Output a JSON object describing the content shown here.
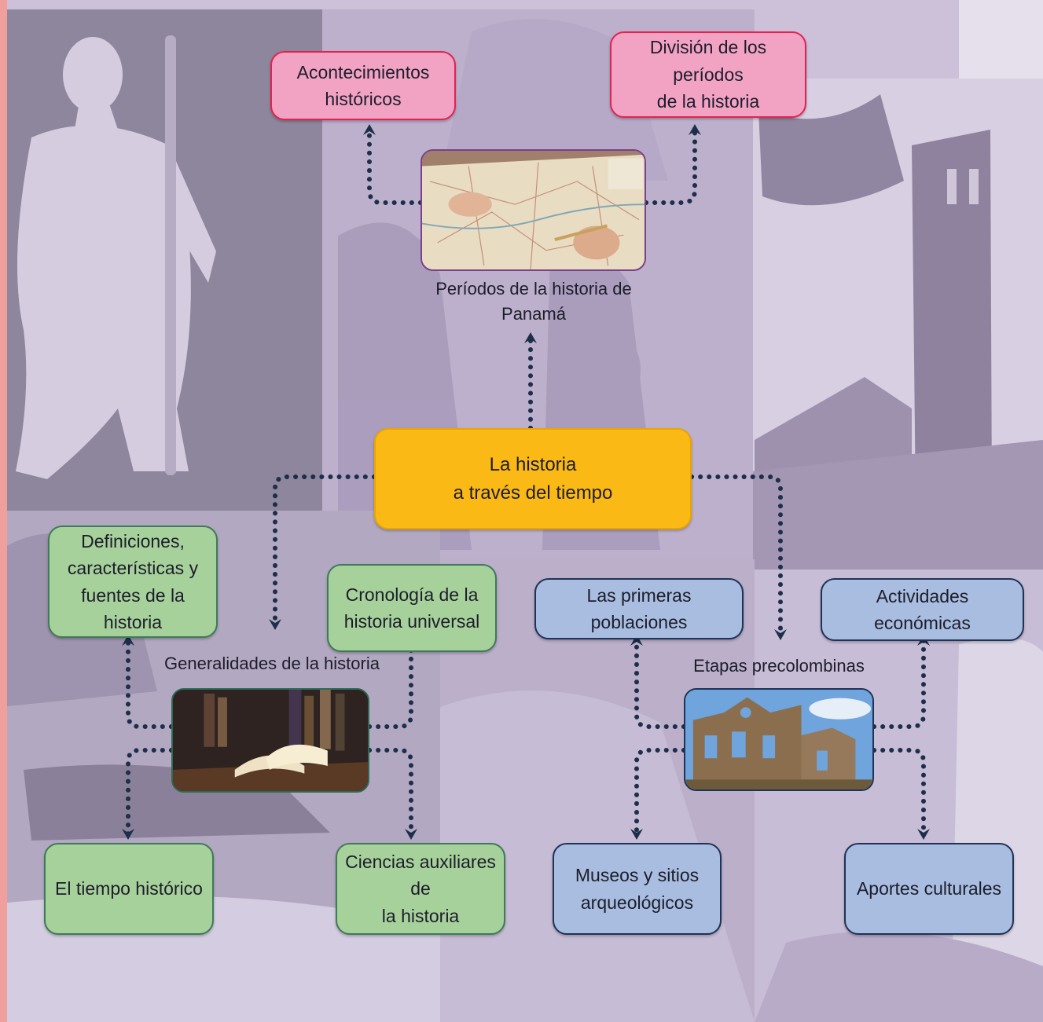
{
  "colors": {
    "accent_left_strip": "#f19f9c",
    "background_lavender": "#cfc3dc",
    "connector": "#1d2e4a",
    "pink_fill": "#f2a3c4",
    "green_fill": "#a7d19b",
    "blue_fill": "#a8bde0",
    "center_fill": "#fbb916"
  },
  "nodes": {
    "center": "La historia\na través del tiempo",
    "acontecimientos": "Acontecimientos\nhistóricos",
    "division": "División de los períodos\nde la historia",
    "definiciones": "Definiciones,\ncaracterísticas y\nfuentes de la historia",
    "cronologia": "Cronología de la\nhistoria universal",
    "tiempo": "El tiempo histórico",
    "ciencias": "Ciencias auxiliares de\nla historia",
    "primeras": "Las primeras poblaciones",
    "actividades": "Actividades económicas",
    "museos": "Museos y sitios\narqueológicos",
    "aportes": "Aportes culturales"
  },
  "labels": {
    "periodos": "Períodos de la historia de\nPanamá",
    "generalidades": "Generalidades de la historia",
    "etapas": "Etapas precolombinas"
  },
  "images": {
    "map": "map-photo",
    "book": "book-photo",
    "ruins": "ruins-photo",
    "statue": "statue-background",
    "tower": "tower-ruins-background"
  }
}
